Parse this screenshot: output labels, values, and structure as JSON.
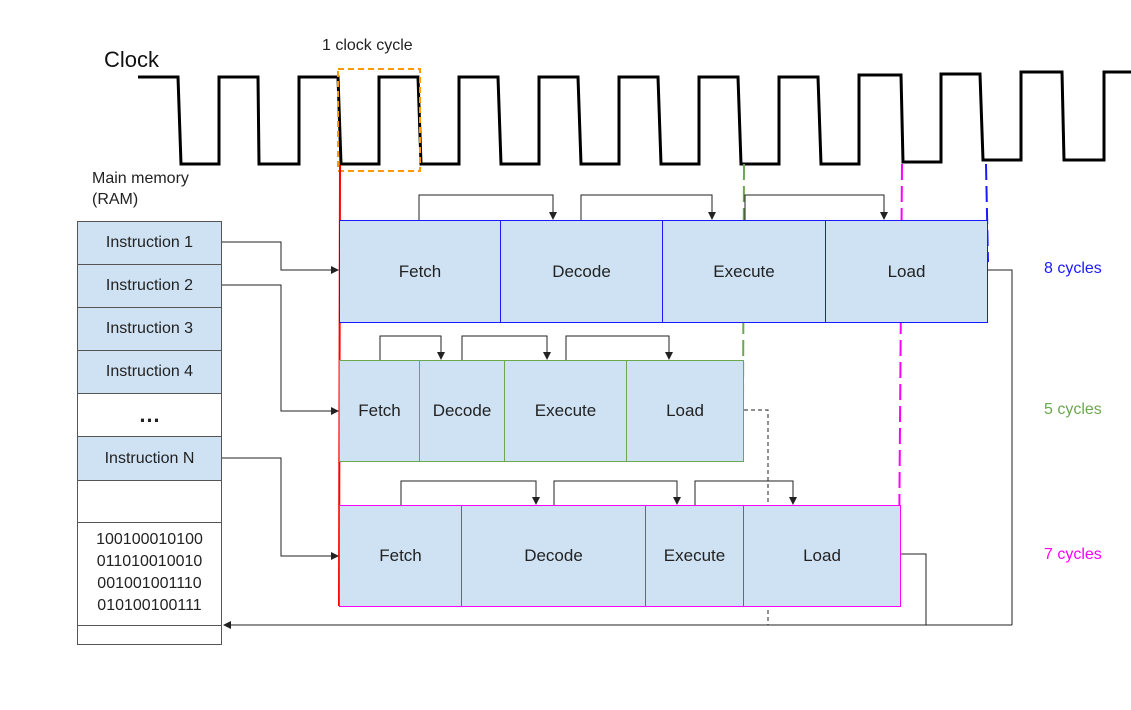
{
  "clock": {
    "label": "Clock",
    "cycle_label": "1 clock cycle"
  },
  "memory": {
    "title": "Main memory (RAM)",
    "cells": [
      {
        "text": "Instruction 1",
        "filled": true
      },
      {
        "text": "Instruction 2",
        "filled": true
      },
      {
        "text": "Instruction 3",
        "filled": true
      },
      {
        "text": "Instruction 4",
        "filled": true
      },
      {
        "text": "…",
        "filled": false
      },
      {
        "text": "Instruction N",
        "filled": true
      },
      {
        "text": "",
        "filled": false
      }
    ],
    "binary": [
      "100100010100",
      "011010010010",
      "001001001110",
      "010100100111"
    ]
  },
  "pipelines": [
    {
      "color": "#1a1aff",
      "stages": [
        "Fetch",
        "Decode",
        "Execute",
        "Load"
      ],
      "cycles": "8 cycles"
    },
    {
      "color": "#6aa84f",
      "stages": [
        "Fetch",
        "Decode",
        "Execute",
        "Load"
      ],
      "cycles": "5 cycles"
    },
    {
      "color": "#ff00ff",
      "stages": [
        "Fetch",
        "Decode",
        "Execute",
        "Load"
      ],
      "cycles": "7 cycles"
    }
  ],
  "colors": {
    "cycle_highlight": "#ff9900",
    "start_line": "#ff0000",
    "stage_fill": "#cfe2f3"
  }
}
